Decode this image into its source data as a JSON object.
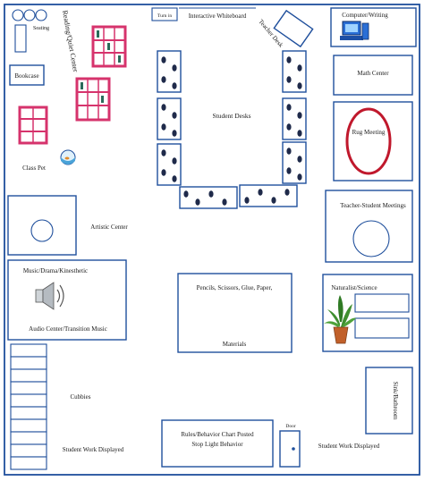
{
  "labels": {
    "seating": "Seating",
    "reading_quiet_center": "Reading/Quiet Center",
    "turn_in": "Turn in",
    "interactive_whiteboard": "Interactive Whiteboard",
    "teacher_desk": "Teacher Desk",
    "computer_writing": "Computer/Writing",
    "bookcase": "Bookcase",
    "math_center": "Math Center",
    "student_desks": "Student Desks",
    "rug_meeting": "Rug Meeting",
    "class_pet": "Class Pet",
    "teacher_student_meetings": "Teacher-Student Meetings",
    "artistic_center": "Artistic Center",
    "music_drama_kinesthetic": "Music/Drama/Kinesthetic",
    "audio_center": "Audio Center/Transition Music",
    "supplies": "Pencils, Scissors, Glue, Paper,",
    "materials": "Materials",
    "naturalist_science": "Naturalist/Science",
    "sink_bathroom": "Sink/Bathroom",
    "cubbies": "Cubbies",
    "door": "Door",
    "rules_line1": "Rules/Behavior Chart Posted",
    "rules_line2": "Stop Light Behavior",
    "student_work_left": "Student Work Displayed",
    "student_work_right": "Student Work Displayed"
  },
  "colors": {
    "wall": "#1f4f9c",
    "shelf": "#d6336c",
    "rug": "#c0182c",
    "desk_dot": "#1f2a4a",
    "plant_green": "#3f8f2f",
    "pot": "#c1602a"
  },
  "icons": {
    "computer": "computer-icon",
    "speaker": "speaker-icon",
    "plant": "plant-icon",
    "fishbowl": "fishbowl-icon"
  }
}
